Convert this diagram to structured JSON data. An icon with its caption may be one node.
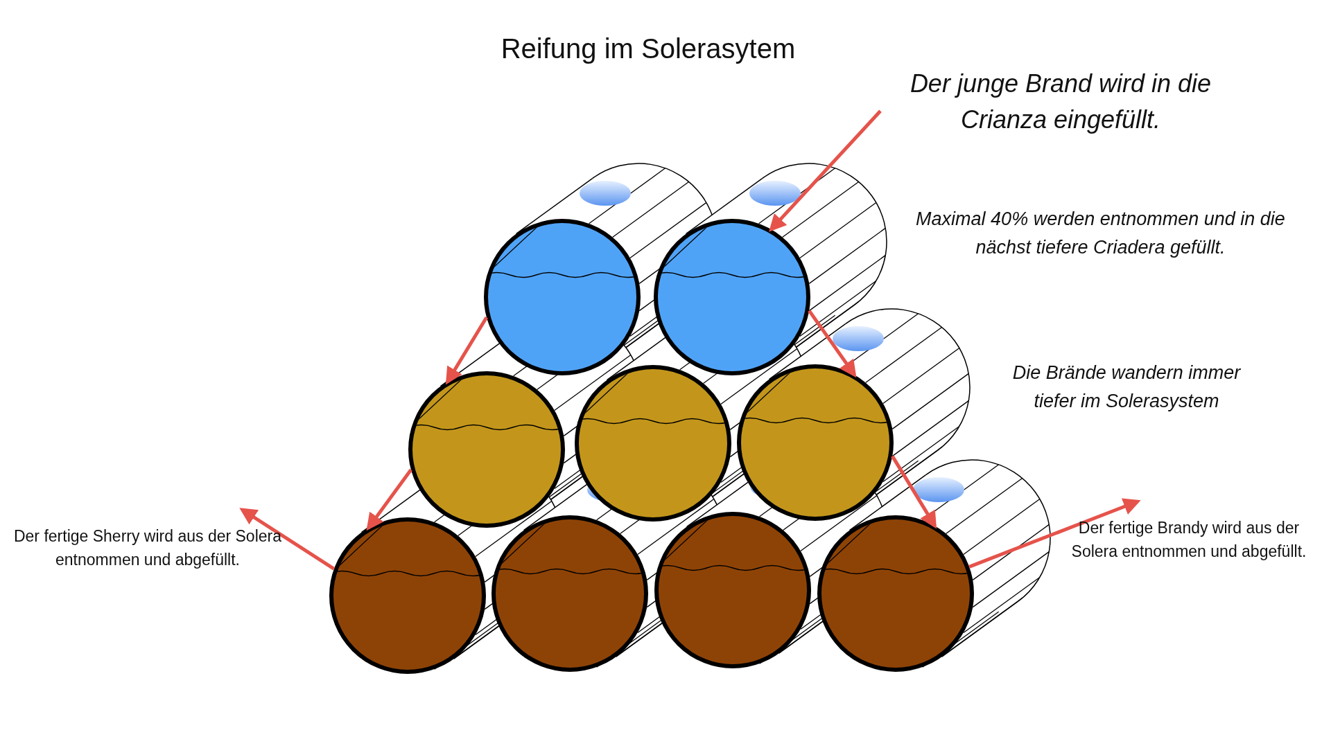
{
  "diagram": {
    "title": "Reifung im Solerasytem",
    "nodes": [
      {
        "text": [
          "Der junge Brand wird in die Crianza eingefüllt."
        ]
      },
      {
        "text": [],
        "shape": "circle"
      },
      {
        "text": [],
        "shape": "circle"
      },
      {
        "text": [],
        "shape": "circle"
      },
      {
        "text": [],
        "shape": "circle"
      },
      {
        "text": [],
        "shape": "circle"
      },
      {
        "text": [],
        "shape": "circle"
      },
      {
        "text": [],
        "shape": "circle"
      },
      {
        "text": [],
        "shape": "circle"
      },
      {
        "text": [],
        "shape": "circle"
      },
      {
        "text": [
          "Der fertige Sherry wird aus der Solera entnommen und abgefüllt."
        ]
      },
      {
        "text": [
          "Der fertige Brandy wird aus der Solera entnommen und abgefüllt."
        ]
      }
    ],
    "edges": [
      {
        "from": 0,
        "to": 2,
        "arrow": "to"
      },
      {
        "from": 2,
        "to": 5,
        "arrow": "to"
      },
      {
        "from": 1,
        "to": 3,
        "arrow": "to"
      },
      {
        "from": 3,
        "to": 6,
        "arrow": "to"
      },
      {
        "from": 5,
        "to": 9,
        "arrow": "to"
      },
      {
        "from": 6,
        "to": 10,
        "arrow": "to"
      },
      {
        "from": 9,
        "to": 11,
        "arrow": "to"
      }
    ],
    "labels": [
      "Maximal 40% werden entnommen und in die nächst tiefere Criadera gefüllt.",
      "Die Brände wandern immer tiefer im Solerasystem"
    ]
  }
}
